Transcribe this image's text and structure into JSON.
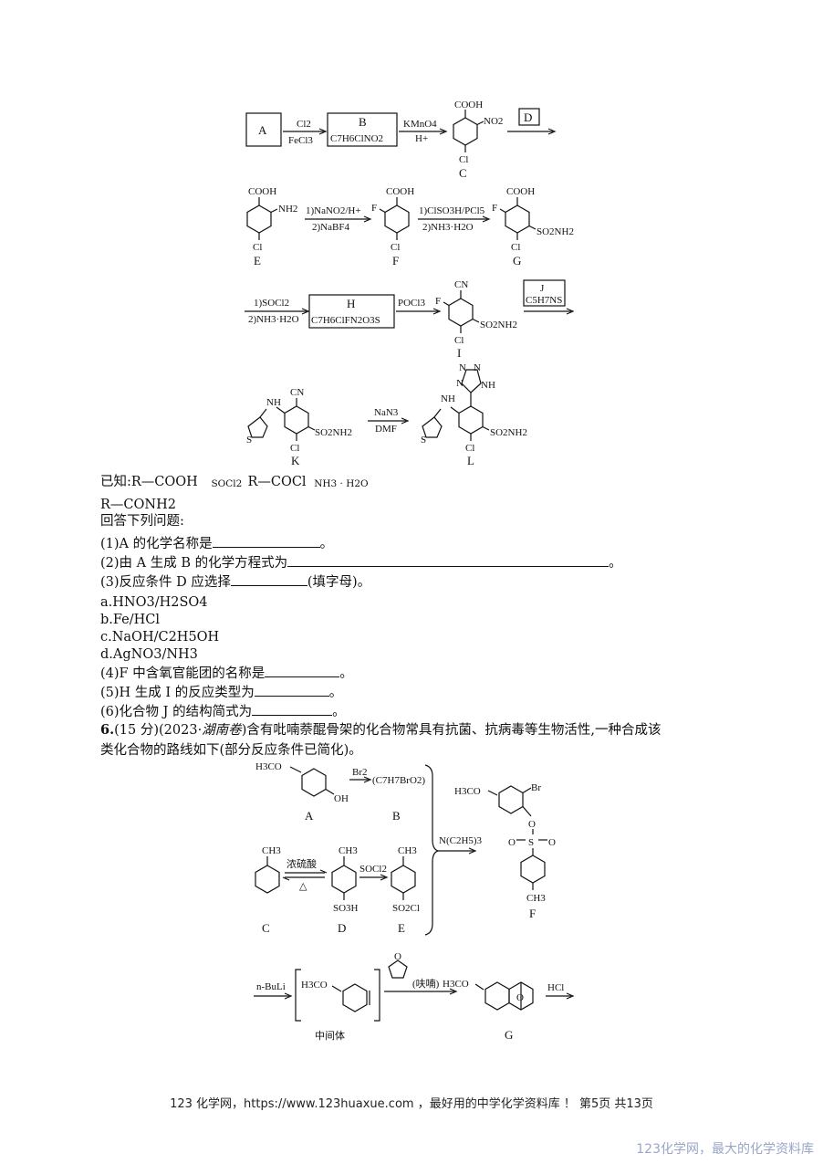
{
  "scheme1": {
    "A": "A",
    "B": "B",
    "B_formula": "C7H6ClNO2",
    "reagent_ab_top": "Cl2",
    "reagent_ab_bottom": "FeCl3",
    "reagent_bc_top": "KMnO4",
    "reagent_bc_bottom": "H+",
    "C": "C",
    "D": "D",
    "E": "E",
    "F": "F",
    "G": "G",
    "H": "H",
    "H_formula": "C7H6ClFN2O3S",
    "I": "I",
    "J": "J",
    "J_formula": "C5H7NS",
    "K": "K",
    "L": "L",
    "reagent_ef_1": "1)NaNO2/H+",
    "reagent_ef_2": "2)NaBF4",
    "reagent_fg_1": "1)ClSO3H/PCl5",
    "reagent_fg_2": "2)NH3·H2O",
    "reagent_gh_1": "1)SOCl2",
    "reagent_gh_2": "2)NH3·H2O",
    "reagent_hi": "POCl3",
    "reagent_kl_top": "NaN3",
    "reagent_kl_bottom": "DMF",
    "COOH": "COOH",
    "NO2": "NO2",
    "NH2": "NH2",
    "Cl": "Cl",
    "Fatom": "F",
    "CN": "CN",
    "SO2NH2": "SO2NH2",
    "NH": "NH",
    "N": "N",
    "S": "S"
  },
  "known": {
    "prefix": "已知:R—COOH",
    "reagent": "SOCl2",
    "middle": "R—COCl",
    "reagent2": "NH3 · H2O",
    "product": "R—CONH2"
  },
  "questions": {
    "intro": "回答下列问题:",
    "q1": "(1)A 的化学名称是",
    "q2": "(2)由 A 生成 B 的化学方程式为",
    "q3": "(3)反应条件 D 应选择",
    "q3_suffix": "(填字母)。",
    "opt_a": "a.HNO3/H2SO4",
    "opt_b": "b.Fe/HCl",
    "opt_c": "c.NaOH/C2H5OH",
    "opt_d": "d.AgNO3/NH3",
    "q4": "(4)F 中含氧官能团的名称是",
    "q5": "(5)H 生成 I 的反应类型为",
    "q6": "(6)化合物 J 的结构简式为",
    "end": "。"
  },
  "problem6": {
    "number": "6.",
    "score": "(15 分)(2023",
    "source": "·湖南卷",
    "text1": ")含有吡喃萘醌骨架的化合物常具有抗菌、抗病毒等生物活性,一种合成该",
    "text2": "类化合物的路线如下(部分反应条件已简化)。"
  },
  "scheme2": {
    "A": "A",
    "B": "B",
    "C": "C",
    "D": "D",
    "E": "E",
    "F": "F",
    "G": "G",
    "H3CO": "H3CO",
    "OH": "OH",
    "Br2": "Br2",
    "B_formula": "(C7H7BrO2)",
    "CH3": "CH3",
    "conc_acid": "浓硫酸",
    "heat": "△",
    "SO3H": "SO3H",
    "SOCl2": "SOCl2",
    "SO2Cl": "SO2Cl",
    "NEt3": "N(C2H5)3",
    "Br": "Br",
    "O": "O",
    "S": "S",
    "nBuLi": "n-BuLi",
    "intermediate": "中间体",
    "furan": "(呋喃)",
    "HCl": "HCl"
  },
  "footer": "123 化学网，https://www.123huaxue.com ，最好用的中学化学资料库 ！  第5页 共13页",
  "watermark": "123化学网，最大的化学资料库"
}
